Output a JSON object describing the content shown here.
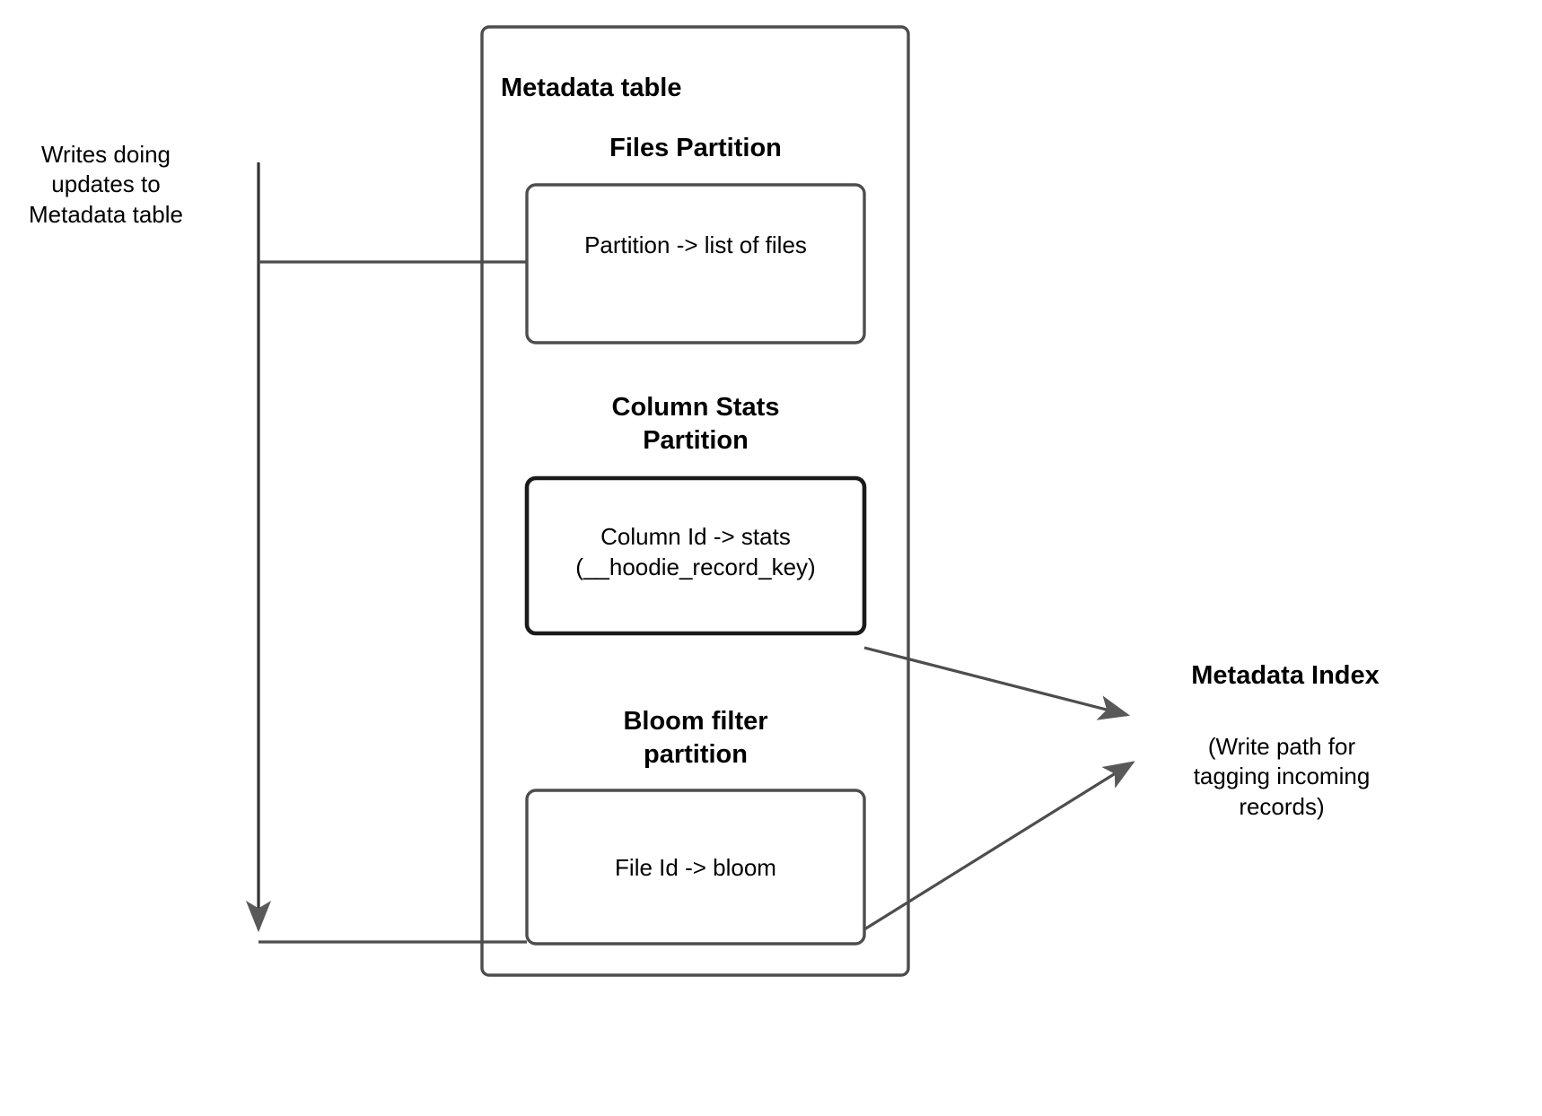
{
  "diagram": {
    "title": "Metadata table",
    "left_caption": "Writes doing updates to Metadata table",
    "partitions": [
      {
        "heading": "Files Partition",
        "box_label": "Partition -> list of files"
      },
      {
        "heading": "Column Stats\nPartition",
        "box_label": "Column Id  -> stats\n(__hoodie_record_key)"
      },
      {
        "heading": "Bloom filter\npartition",
        "box_label": "File Id -> bloom"
      }
    ],
    "index": {
      "title": "Metadata Index",
      "note": "(Write path for tagging incoming records)"
    },
    "colors": {
      "stroke": "#4d4d4d",
      "stroke_dark": "#1a1a1a",
      "arrow_fill": "#595959",
      "background": "#ffffff",
      "text": "#000000"
    }
  }
}
